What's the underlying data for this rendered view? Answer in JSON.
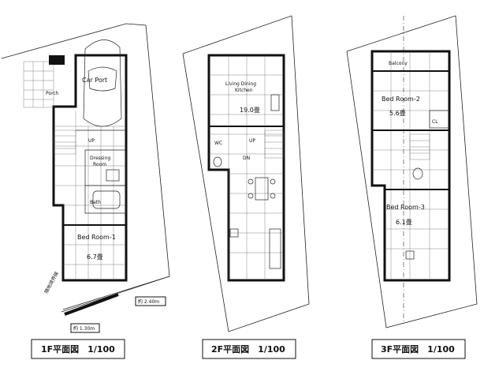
{
  "floor1": {
    "caption": "1F平面図　1/100",
    "rooms": {
      "car_port": "Car Port",
      "porch": "Porch",
      "up": "UP",
      "dressing": "Dressing",
      "dressing2": "Room",
      "bath": "Bath",
      "bedroom": "Bed Room-1",
      "bedroom_area": "6.7畳"
    },
    "notes": {
      "boundary": "隣地境界線",
      "dim_a": "約 2.40m",
      "dim_b": "約 1.30m"
    }
  },
  "floor2": {
    "caption": "2F平面図　1/100",
    "rooms": {
      "ldk1": "Living Dining",
      "ldk2": "Kitchen",
      "ldk_area": "19.0畳",
      "wc": "WC",
      "up": "UP",
      "dn": "DN"
    }
  },
  "floor3": {
    "caption": "3F平面図　1/100",
    "rooms": {
      "balcony": "Balcony",
      "bedroom2": "Bed Room-2",
      "bedroom2_area": "5.6畳",
      "cl": "CL",
      "bedroom3": "Bed Room-3",
      "bedroom3_area": "6.1畳"
    }
  }
}
